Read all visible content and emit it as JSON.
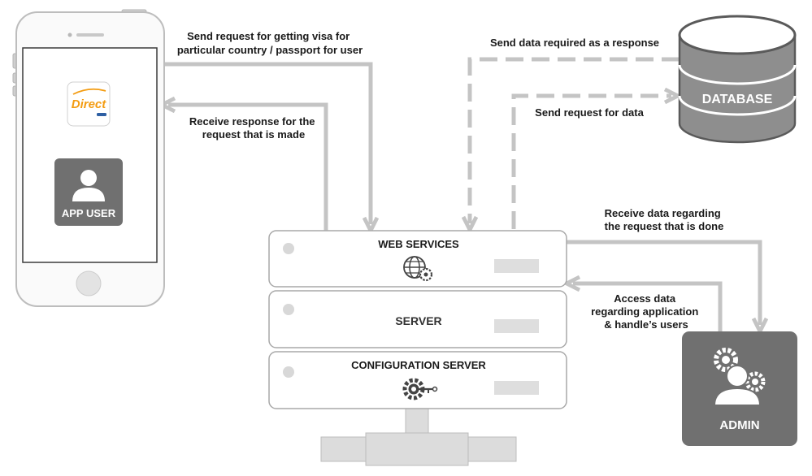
{
  "colors": {
    "arrow": "#c4c4c4",
    "dark_tile": "#707070",
    "phone_bezel": "#bdbdbd",
    "server_border": "#a9a9a9",
    "database": "#8e8e8e",
    "text": "#1a1a1a",
    "logo_orange": "#f39c12",
    "logo_blue": "#2e5fa3"
  },
  "phone": {
    "logo_text": "Direct",
    "user_label": "APP USER",
    "icons": [
      "user-silhouette-icon",
      "home-button-icon"
    ]
  },
  "server": {
    "tiers": [
      {
        "label": "WEB SERVICES",
        "icon": "globe-gear-icon"
      },
      {
        "label": "SERVER",
        "icon": ""
      },
      {
        "label": "CONFIGURATION SERVER",
        "icon": "gear-key-icon"
      }
    ]
  },
  "database": {
    "label": "DATABASE"
  },
  "admin": {
    "label": "ADMIN",
    "icon": "admin-gears-icon"
  },
  "arrows": {
    "send_visa_request": [
      "Send request for getting visa for",
      "particular country / passport for user"
    ],
    "receive_response": [
      "Receive response for the",
      "request that is made"
    ],
    "db_response": [
      "Send data required as a response"
    ],
    "db_request": [
      "Send request for data"
    ],
    "receive_admin_data": [
      "Receive data regarding",
      "the request that is done"
    ],
    "access_data": [
      "Access data",
      "regarding application",
      "& handle’s users"
    ]
  }
}
